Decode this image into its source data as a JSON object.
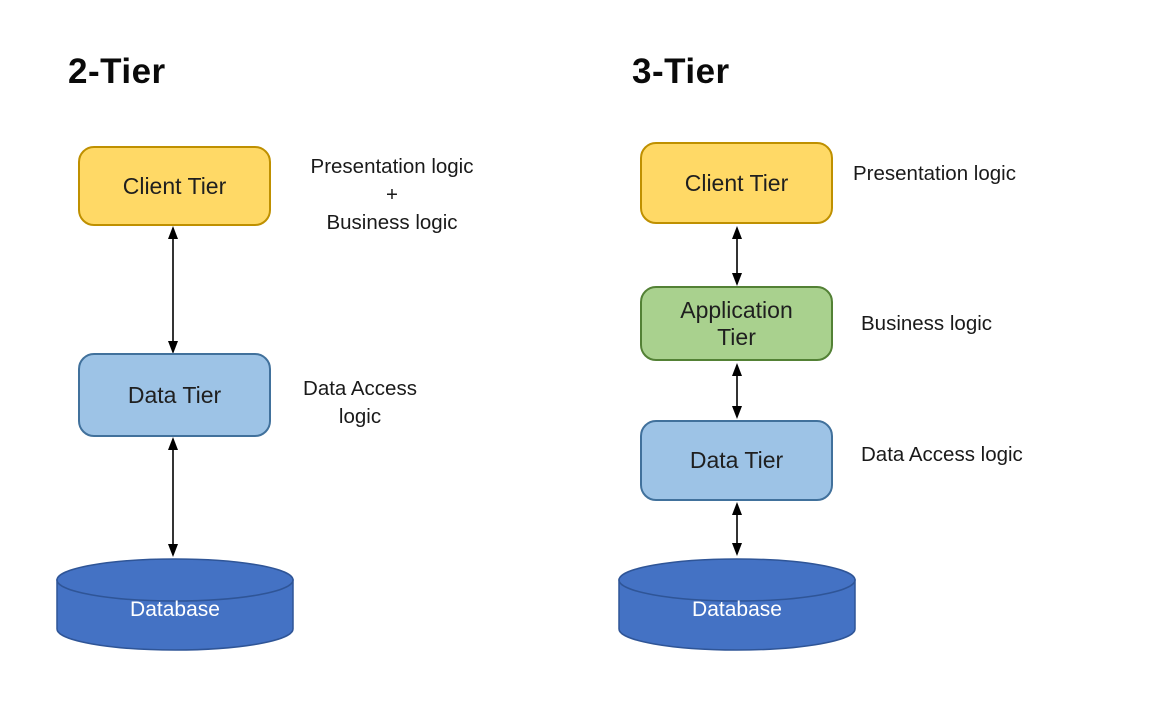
{
  "two_tier": {
    "title": "2-Tier",
    "client_box_label": "Client Tier",
    "client_annotation": "Presentation logic\n+\nBusiness logic",
    "data_box_label": "Data Tier",
    "data_annotation": "Data Access\nlogic",
    "database_label": "Database"
  },
  "three_tier": {
    "title": "3-Tier",
    "client_box_label": "Client Tier",
    "client_annotation": "Presentation logic",
    "application_box_label": "Application Tier",
    "application_annotation": "Business logic",
    "data_box_label": "Data Tier",
    "data_annotation": "Data Access logic",
    "database_label": "Database"
  },
  "colors": {
    "background": "#FFFFFF",
    "client_box_fill": "#FFD966",
    "client_box_border": "#BF9000",
    "application_box_fill": "#A9D18E",
    "application_box_border": "#538135",
    "data_box_fill": "#9DC3E6",
    "data_box_border": "#41719C",
    "database_fill": "#4472C4",
    "database_border": "#2F5597",
    "arrow": "#000000",
    "title_text": "#0A0A0A",
    "box_text": "#1F1F1F",
    "database_text": "#FFFFFF"
  }
}
